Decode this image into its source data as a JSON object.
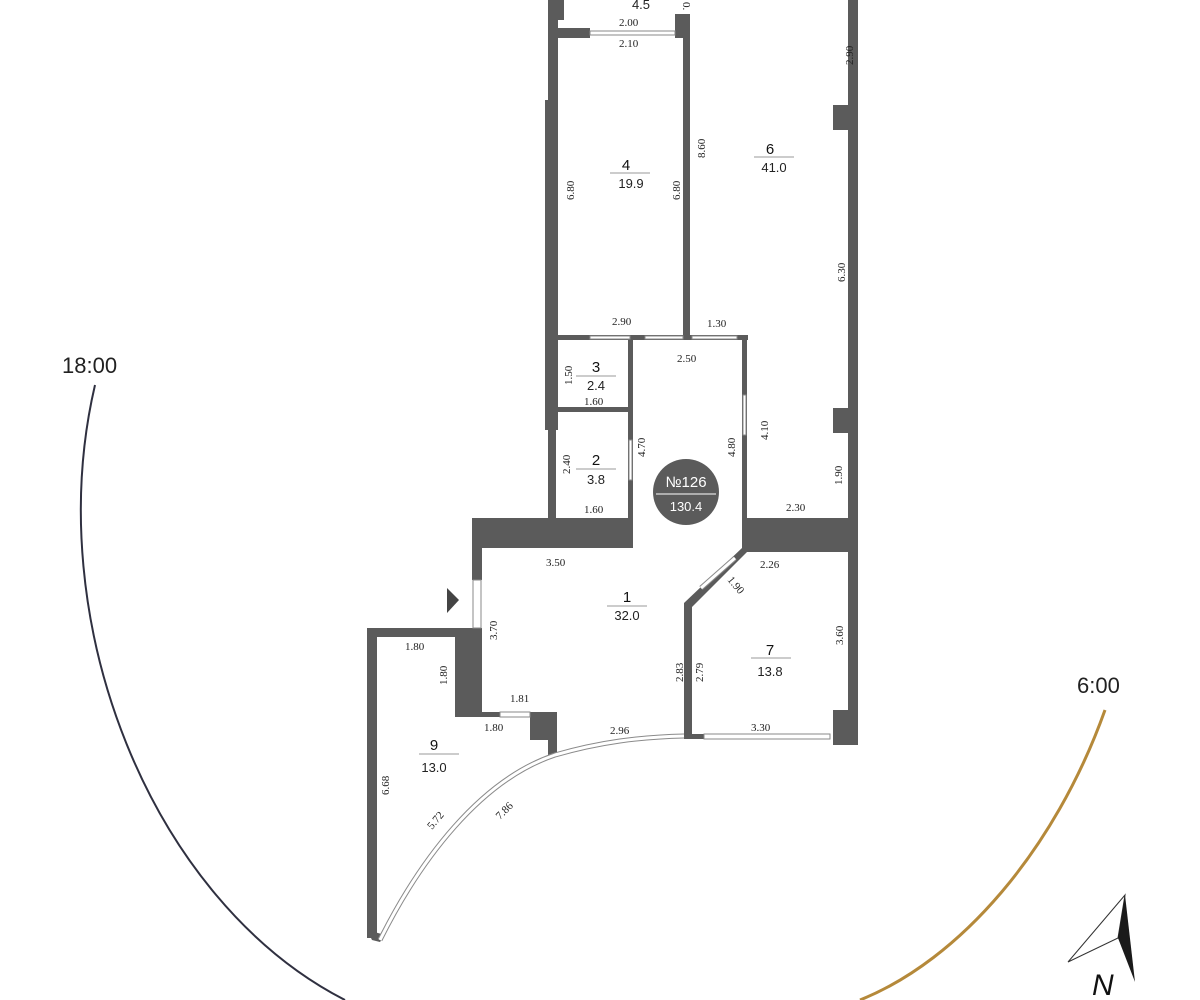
{
  "apartment": {
    "number": "№126",
    "total_area": "130.4"
  },
  "rooms": [
    {
      "num": "1",
      "area": "32.0"
    },
    {
      "num": "2",
      "area": "3.8"
    },
    {
      "num": "3",
      "area": "2.4"
    },
    {
      "num": "4",
      "area": "19.9"
    },
    {
      "num": "6",
      "area": "41.0"
    },
    {
      "num": "7",
      "area": "13.8"
    },
    {
      "num": "9",
      "area": "13.0"
    }
  ],
  "partial_labels": {
    "top_area": "4.5",
    "top_dim": "0."
  },
  "dims": {
    "d200": "2.00",
    "d210": "2.10",
    "d290a": "2.90",
    "d860": "8.60",
    "d680a": "6.80",
    "d680b": "6.80",
    "d630": "6.30",
    "d290b": "2.90",
    "d130": "1.30",
    "d250": "2.50",
    "d150": "1.50",
    "d160a": "1.60",
    "d410": "4.10",
    "d480": "4.80",
    "d470": "4.70",
    "d240": "2.40",
    "d160b": "1.60",
    "d190a": "1.90",
    "d230": "2.30",
    "d350": "3.50",
    "d226": "2.26",
    "d190b": "1.90",
    "d370": "3.70",
    "d360": "3.60",
    "d180a": "1.80",
    "d180b": "1.80",
    "d181": "1.81",
    "d180c": "1.80",
    "d283": "2.83",
    "d279": "2.79",
    "d296": "2.96",
    "d330": "3.30",
    "d668": "6.68",
    "d572": "5.72",
    "d786": "7.86"
  },
  "sun": {
    "evening": "18:00",
    "morning": "6:00",
    "evening_color": "#2f3040",
    "morning_color": "#b5893a"
  },
  "compass": {
    "label": "N"
  }
}
